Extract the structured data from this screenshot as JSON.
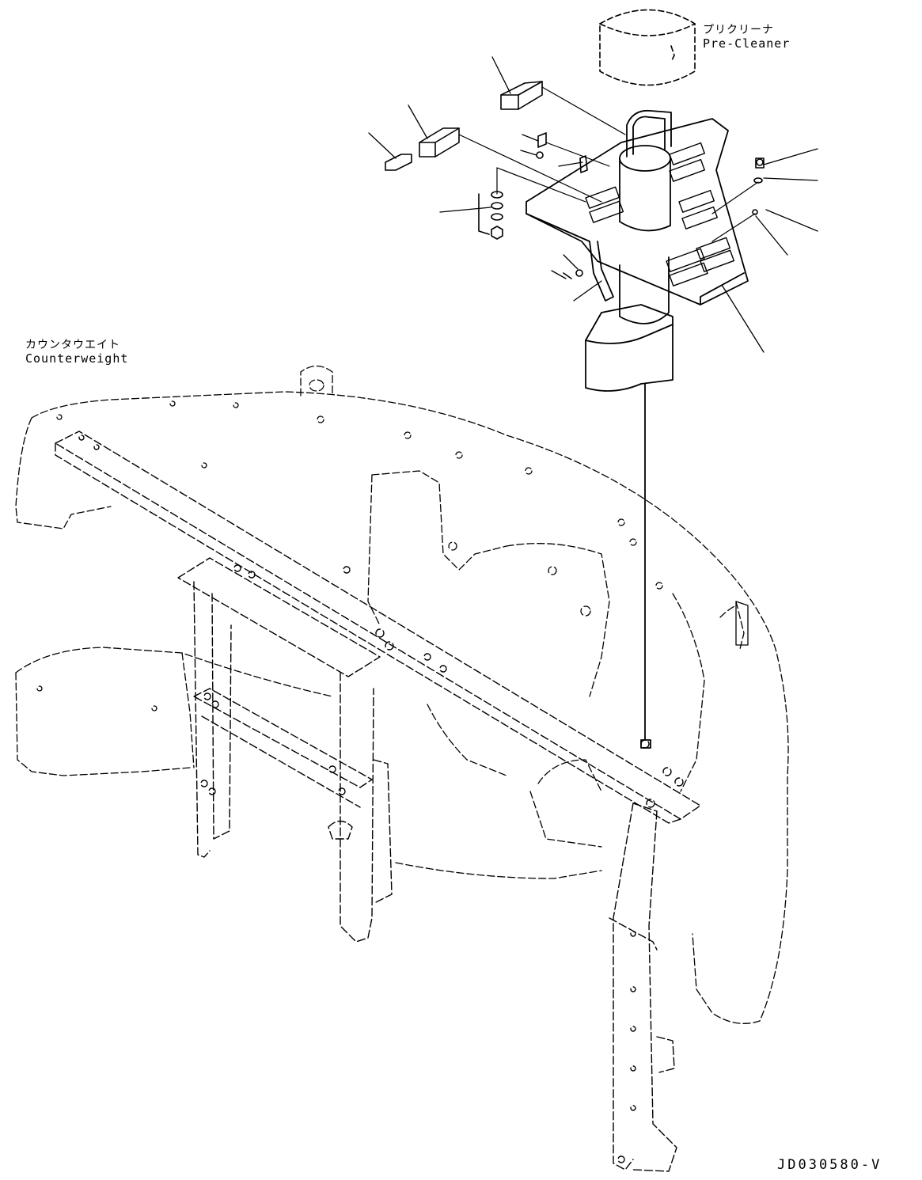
{
  "labels": {
    "pre_cleaner_jp": "プリクリーナ",
    "pre_cleaner_en": "Pre-Cleaner",
    "counterweight_jp": "カウンタウエイト",
    "counterweight_en": "Counterweight"
  },
  "drawing_number": "JD030580-V",
  "colors": {
    "line": "#000000",
    "background": "#ffffff"
  }
}
